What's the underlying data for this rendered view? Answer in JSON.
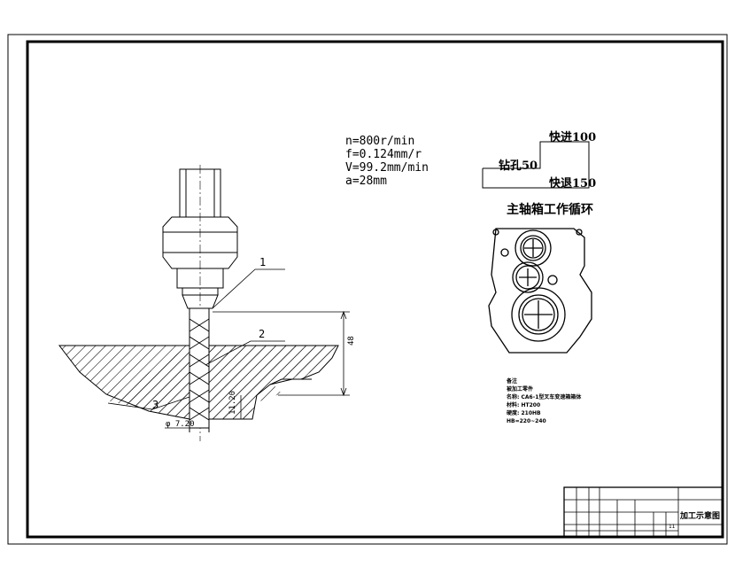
{
  "drawing": {
    "params": {
      "n": "n=800r/min",
      "f": "f=0.124mm/r",
      "v": "V=99.2mm/min",
      "a": "a=28mm"
    },
    "callouts": {
      "c1": "1",
      "c2": "2",
      "c3": "3"
    },
    "dims": {
      "depth": "48",
      "land": "11.20",
      "diameter": "φ 7.20"
    },
    "cycle": {
      "fast_in": "快进100",
      "drill": "钻孔50",
      "fast_out": "快退150",
      "title": "主轴箱工作循环"
    },
    "notes": {
      "n0": "备注",
      "n1": "被加工零件",
      "n2": "名称: CA6-1型叉车变速箱箱体",
      "n3": "材料: HT200",
      "n4": "硬度: 210HB",
      "n5": "HB=220~240"
    },
    "titleblock": {
      "title": "加工示意图",
      "sheet": "11"
    }
  }
}
